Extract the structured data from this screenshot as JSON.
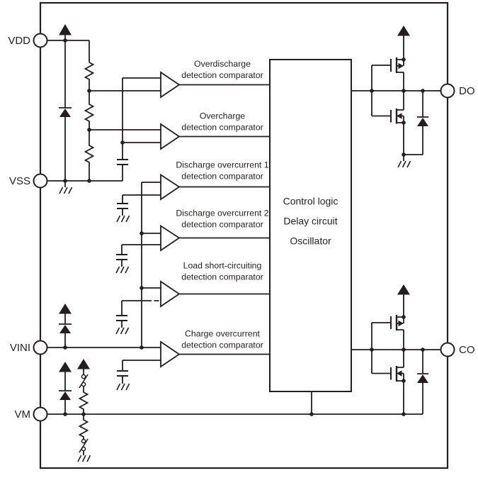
{
  "pins": {
    "vdd": "VDD",
    "vss": "VSS",
    "vini": "VINI",
    "vm": "VM",
    "do": "DO",
    "co": "CO"
  },
  "comparators": [
    {
      "line1": "Overdischarge",
      "line2": "detection comparator"
    },
    {
      "line1": "Overcharge",
      "line2": "detection comparator"
    },
    {
      "line1": "Discharge overcurrent 1",
      "line2": "detection comparator"
    },
    {
      "line1": "Discharge overcurrent 2",
      "line2": "detection comparator"
    },
    {
      "line1": "Load short-circuiting",
      "line2": "detection comparator"
    },
    {
      "line1": "Charge overcurrent",
      "line2": "detection comparator"
    }
  ],
  "control_block": {
    "line1": "Control logic",
    "line2": "Delay circuit",
    "line3": "Oscillator"
  },
  "colors": {
    "line": "#231f20",
    "background": "#ffffff"
  }
}
